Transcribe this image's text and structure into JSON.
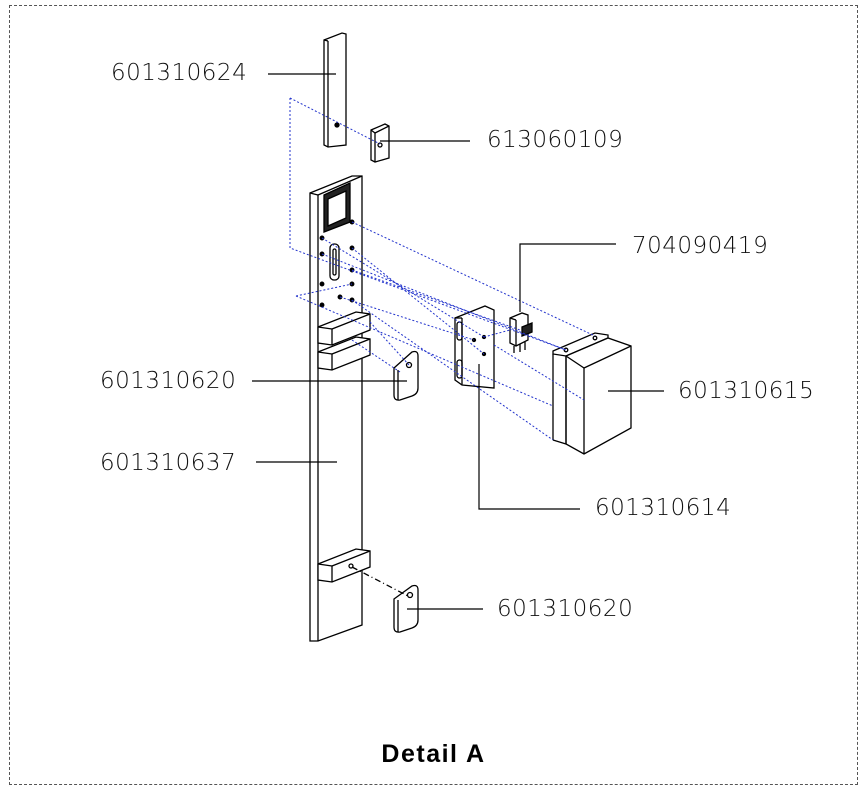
{
  "title": "Detail A",
  "parts": {
    "p1": "601310624",
    "p2": "613060109",
    "p3": "704090419",
    "p4": "601310620",
    "p5": "601310615",
    "p6": "601310637",
    "p7": "601310614",
    "p8": "601310620"
  },
  "colors": {
    "line": "#000000",
    "hidden": "#2233cc",
    "frame": "#555555"
  }
}
